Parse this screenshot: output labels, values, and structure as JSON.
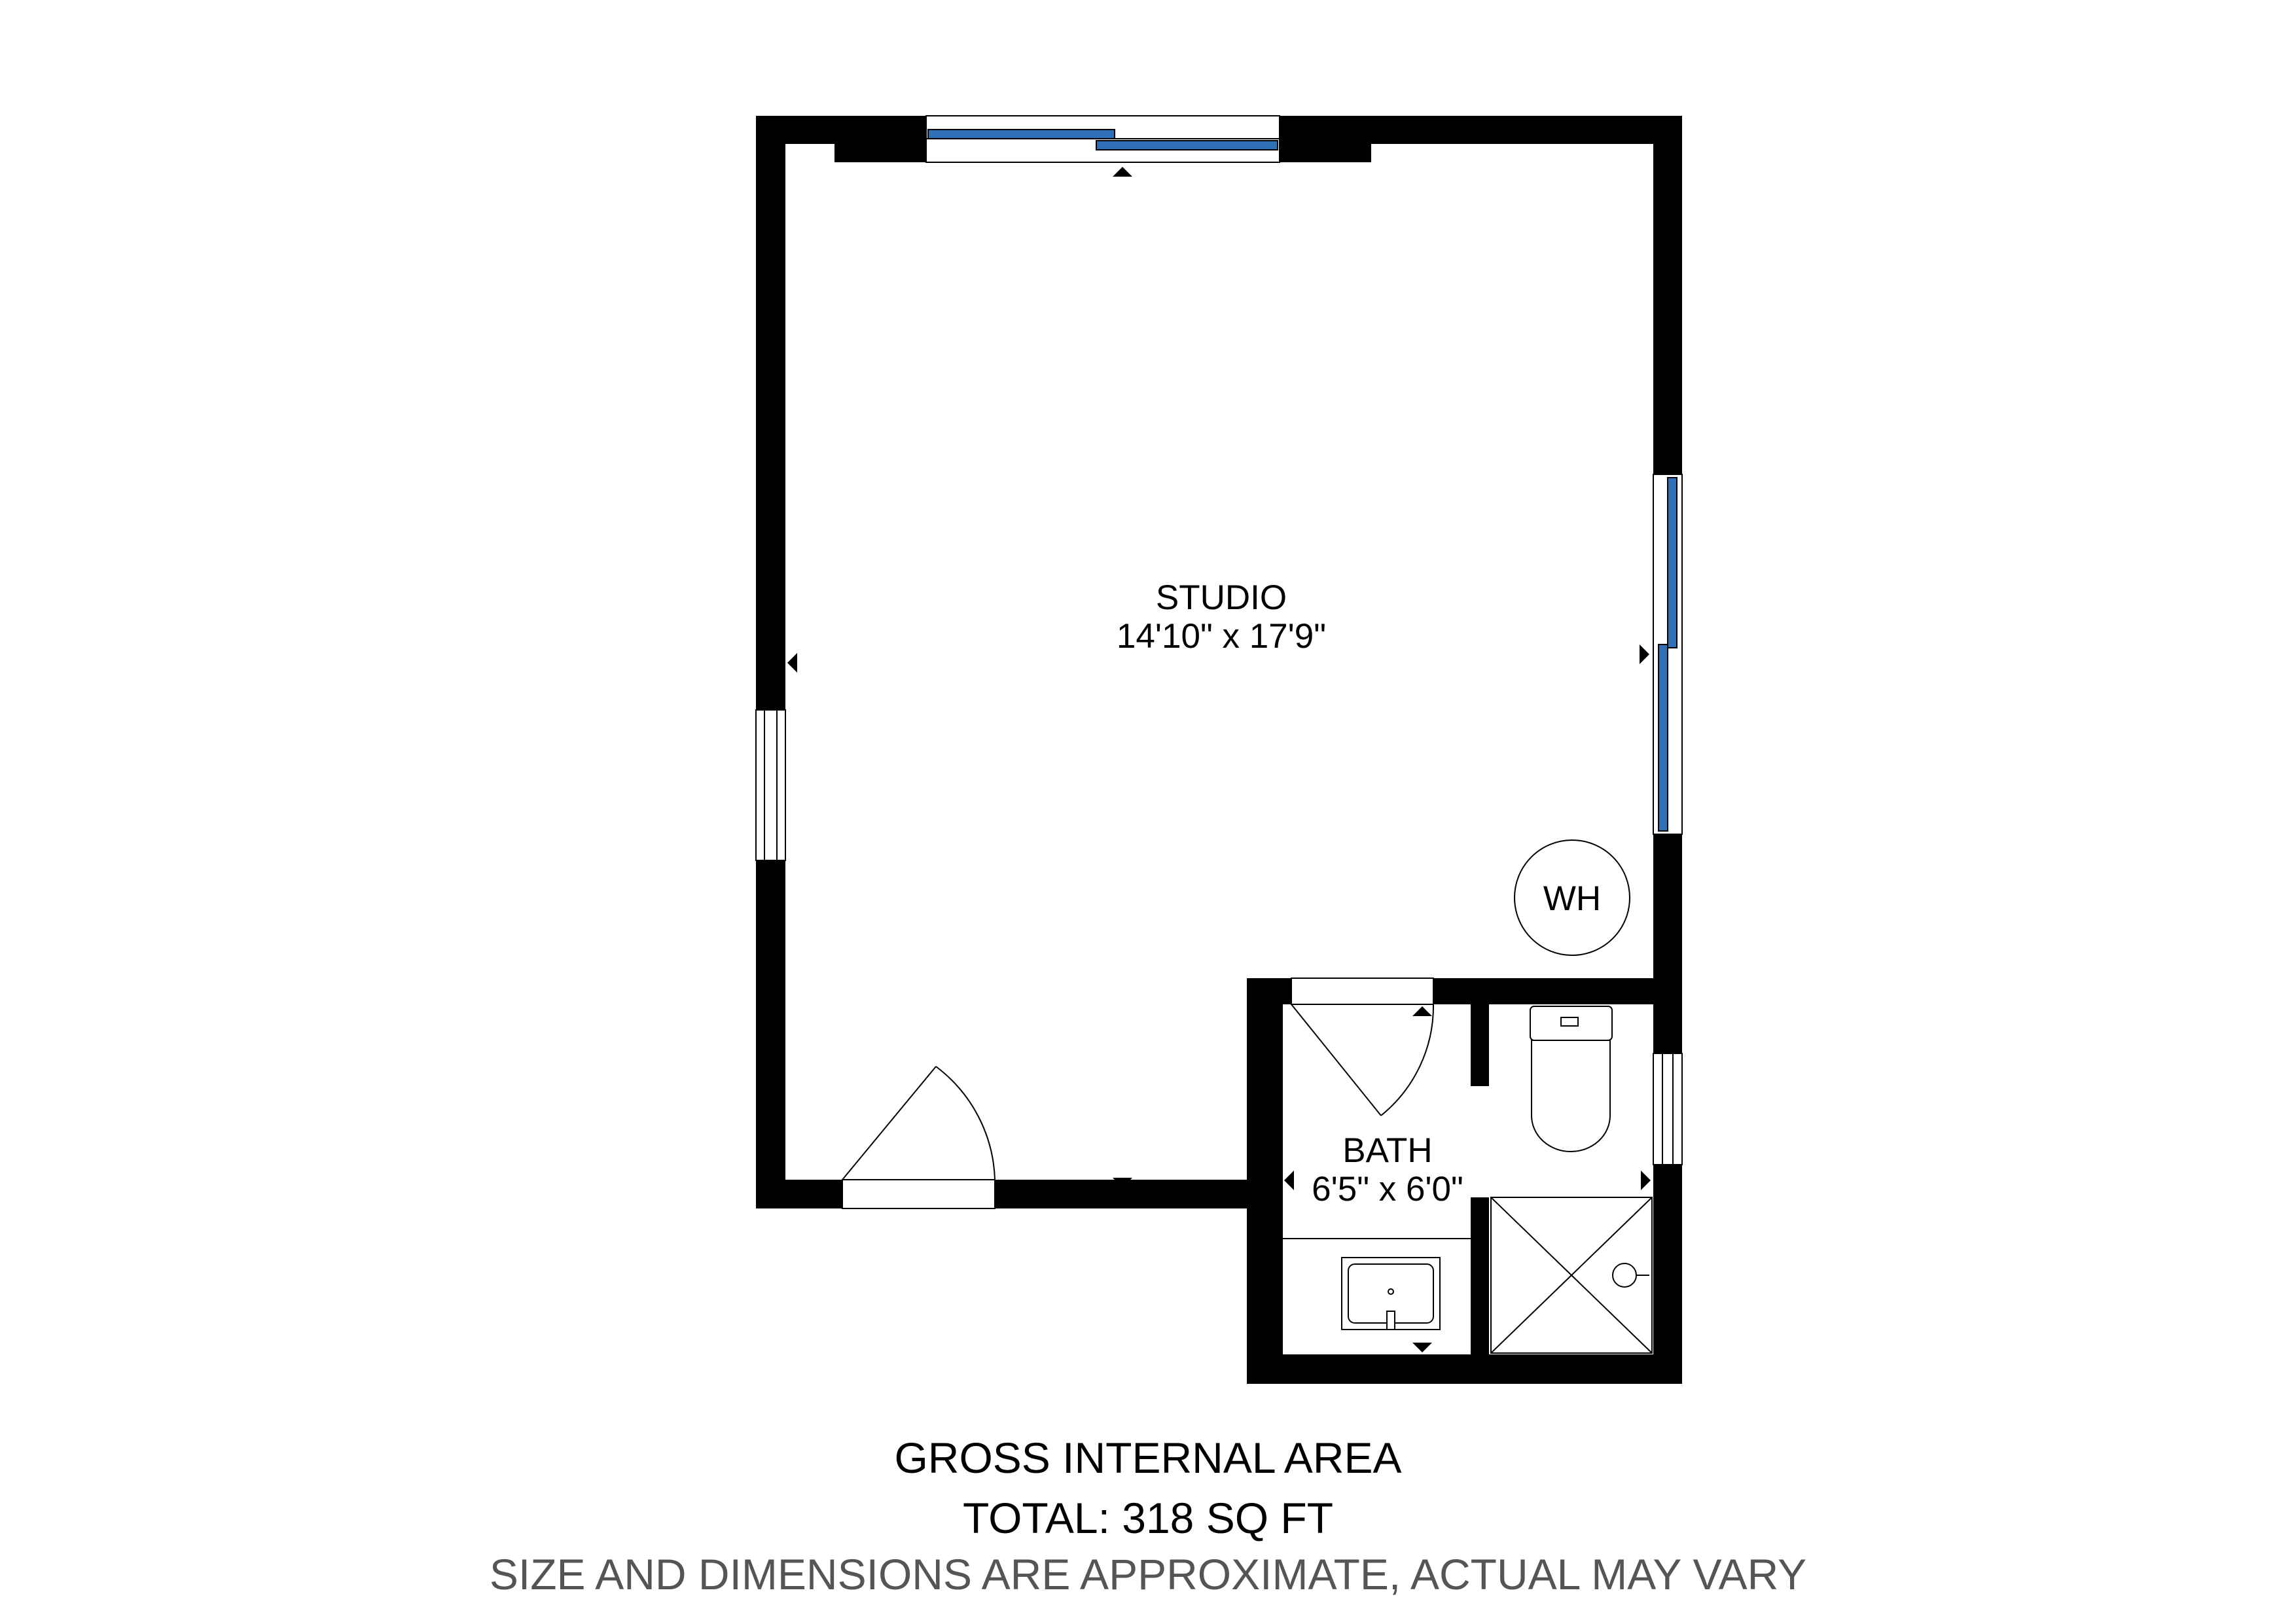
{
  "rooms": {
    "studio": {
      "name": "STUDIO",
      "dimensions": "14'10\" x 17'9\""
    },
    "bath": {
      "name": "BATH",
      "dimensions": "6'5\" x 6'0\""
    }
  },
  "fixtures": {
    "water_heater": "WH"
  },
  "footer": {
    "title": "GROSS INTERNAL AREA",
    "total": "TOTAL: 318 SQ FT",
    "note": "SIZE AND DIMENSIONS ARE APPROXIMATE, ACTUAL MAY VARY"
  },
  "colors": {
    "wall": "#000000",
    "window_glass": "#2f6fb5",
    "background": "#ffffff",
    "note_text": "#555555"
  }
}
